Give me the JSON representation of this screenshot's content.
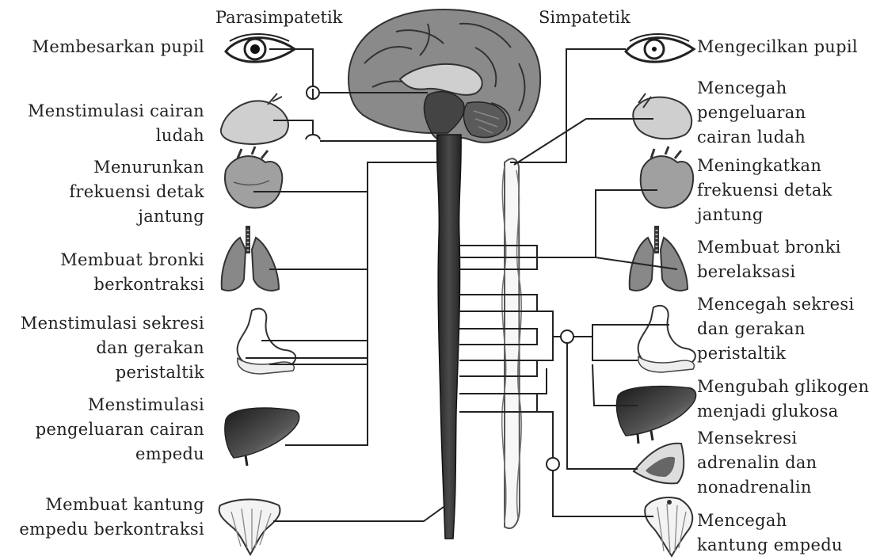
{
  "headers": {
    "parasympathetic": "Parasimpatetik",
    "sympathetic": "Simpatetik"
  },
  "left_labels": [
    [
      "Membesarkan pupil"
    ],
    [
      "Menstimulasi cairan",
      "ludah"
    ],
    [
      "Menurunkan",
      "frekuensi detak",
      "jantung"
    ],
    [
      "Membuat bronki",
      "berkontraksi"
    ],
    [
      "Menstimulasi sekresi",
      "dan gerakan",
      "peristaltik"
    ],
    [
      "Menstimulasi",
      "pengeluaran cairan",
      "empedu"
    ],
    [
      "Membuat kantung",
      "empedu berkontraksi"
    ]
  ],
  "right_labels": [
    [
      "Mengecilkan pupil"
    ],
    [
      "Mencegah",
      "pengeluaran",
      "cairan ludah"
    ],
    [
      "Meningkatkan",
      "frekuensi detak",
      "jantung"
    ],
    [
      "Membuat bronki",
      "berelaksasi"
    ],
    [
      "Mencegah sekresi",
      "dan gerakan",
      "peristaltik"
    ],
    [
      "Mengubah glikogen",
      "menjadi glukosa"
    ],
    [
      "Mensekresi",
      "adrenalin dan",
      "nonadrenalin"
    ],
    [
      "Mencegah",
      "kantung empedu"
    ]
  ],
  "organs": [
    "eye-icon",
    "salivary-gland-icon",
    "heart-icon",
    "lungs-icon",
    "stomach-icon",
    "liver-icon",
    "gallbladder-icon",
    "adrenal-gland-icon",
    "brain-icon",
    "spinal-cord-icon",
    "sympathetic-chain-icon"
  ]
}
